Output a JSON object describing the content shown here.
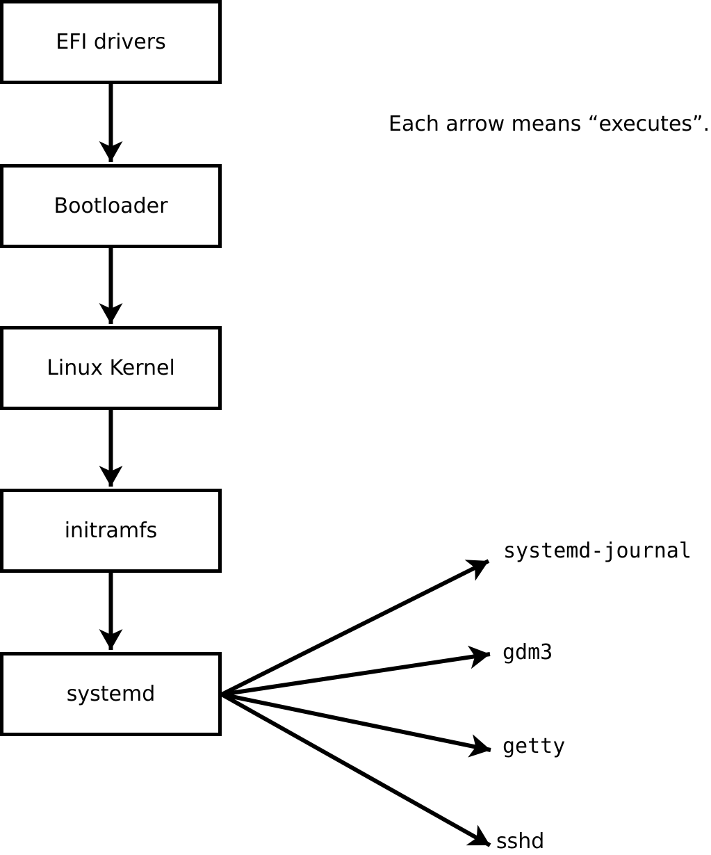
{
  "diagram": {
    "note": "Each arrow means “executes”.",
    "arrow_meaning": "executes",
    "boot_chain": [
      {
        "label": "EFI drivers"
      },
      {
        "label": "Bootloader"
      },
      {
        "label": "Linux Kernel"
      },
      {
        "label": "initramfs"
      },
      {
        "label": "systemd"
      }
    ],
    "systemd_children": [
      {
        "label": "systemd-journal"
      },
      {
        "label": "gdm3"
      },
      {
        "label": "getty"
      },
      {
        "label": "sshd"
      }
    ],
    "colors": {
      "stroke": "#000000",
      "background": "#ffffff",
      "box_fill": "#ffffff",
      "text": "#000000"
    }
  }
}
